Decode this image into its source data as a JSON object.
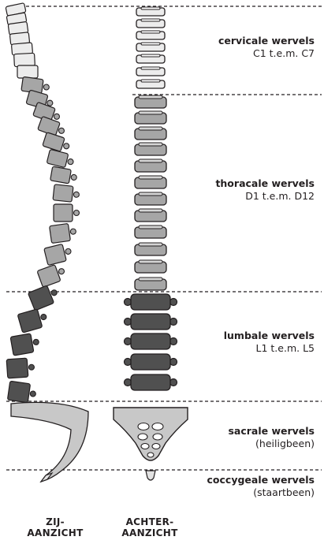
{
  "regions": [
    {
      "title": "cervicale wervels",
      "subtitle": "C1 t.e.m. C7",
      "color": "#ececec"
    },
    {
      "title": "thoracale wervels",
      "subtitle": "D1 t.e.m. D12",
      "color": "#a6a6a6"
    },
    {
      "title": "lumbale wervels",
      "subtitle": "L1 t.e.m. L5",
      "color": "#505050"
    },
    {
      "title": "sacrale wervels",
      "subtitle": "(heiligbeen)",
      "color": "#c8c8c8"
    },
    {
      "title": "coccygeale wervels",
      "subtitle": "(staartbeen)",
      "color": "#e2e2e2"
    }
  ],
  "views": {
    "side_line1": "ZIJ-",
    "side_line2": "AANZICHT",
    "back_line1": "ACHTER-",
    "back_line2": "AANZICHT"
  }
}
